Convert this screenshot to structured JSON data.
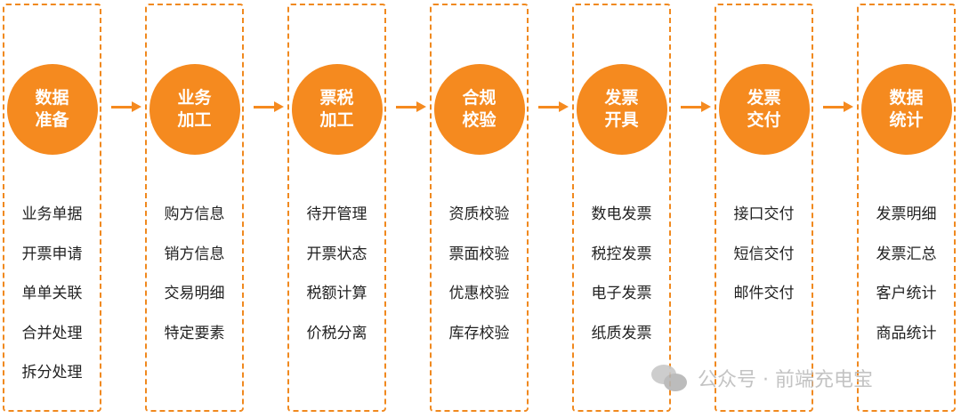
{
  "colors": {
    "accent": "#f58a1f",
    "border": "#f0891f",
    "text": "#222222"
  },
  "stages": [
    {
      "title": [
        "数据",
        "准备"
      ],
      "items": [
        "业务单据",
        "开票申请",
        "单单关联",
        "合并处理",
        "拆分处理"
      ]
    },
    {
      "title": [
        "业务",
        "加工"
      ],
      "items": [
        "购方信息",
        "销方信息",
        "交易明细",
        "特定要素"
      ]
    },
    {
      "title": [
        "票税",
        "加工"
      ],
      "items": [
        "待开管理",
        "开票状态",
        "税额计算",
        "价税分离"
      ]
    },
    {
      "title": [
        "合规",
        "校验"
      ],
      "items": [
        "资质校验",
        "票面校验",
        "优惠校验",
        "库存校验"
      ]
    },
    {
      "title": [
        "发票",
        "开具"
      ],
      "items": [
        "数电发票",
        "税控发票",
        "电子发票",
        "纸质发票"
      ]
    },
    {
      "title": [
        "发票",
        "交付"
      ],
      "items": [
        "接口交付",
        "短信交付",
        "邮件交付"
      ]
    },
    {
      "title": [
        "数据",
        "统计"
      ],
      "items": [
        "发票明细",
        "发票汇总",
        "客户统计",
        "商品统计"
      ]
    }
  ],
  "watermark": {
    "text": "公众号 · 前端充电宝",
    "icon": "wechat-icon"
  }
}
